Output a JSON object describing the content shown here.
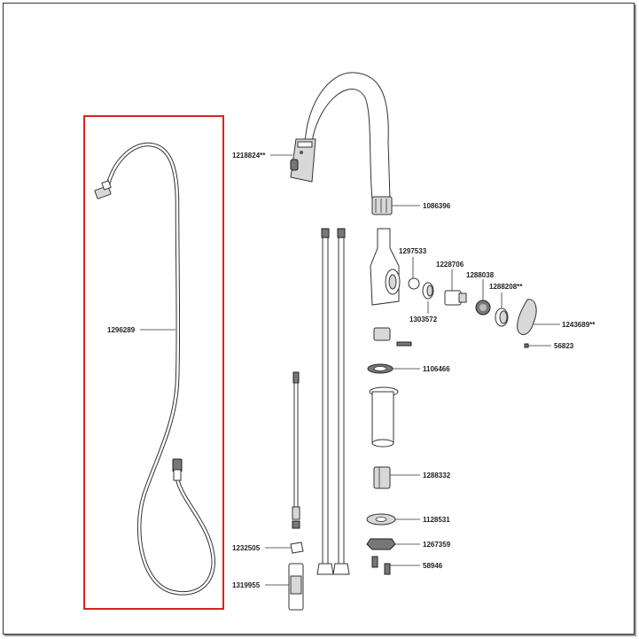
{
  "diagram": {
    "parts": [
      {
        "id": "p1296289",
        "label": "1296289"
      },
      {
        "id": "p1218824",
        "label": "1218824**"
      },
      {
        "id": "p1086396",
        "label": "1086396"
      },
      {
        "id": "p1297533",
        "label": "1297533"
      },
      {
        "id": "p1228706",
        "label": "1228706"
      },
      {
        "id": "p1288038",
        "label": "1288038"
      },
      {
        "id": "p1288208",
        "label": "1288208**"
      },
      {
        "id": "p1303572",
        "label": "1303572"
      },
      {
        "id": "p1243689",
        "label": "1243689**"
      },
      {
        "id": "p56823",
        "label": "56823"
      },
      {
        "id": "p1106466",
        "label": "1106466"
      },
      {
        "id": "p1288332",
        "label": "1288332"
      },
      {
        "id": "p1128531",
        "label": "1128531"
      },
      {
        "id": "p1267359",
        "label": "1267359"
      },
      {
        "id": "p58946",
        "label": "58946"
      },
      {
        "id": "p1232505",
        "label": "1232505"
      },
      {
        "id": "p1319955",
        "label": "1319955"
      }
    ],
    "highlight_color": "#e02020"
  }
}
